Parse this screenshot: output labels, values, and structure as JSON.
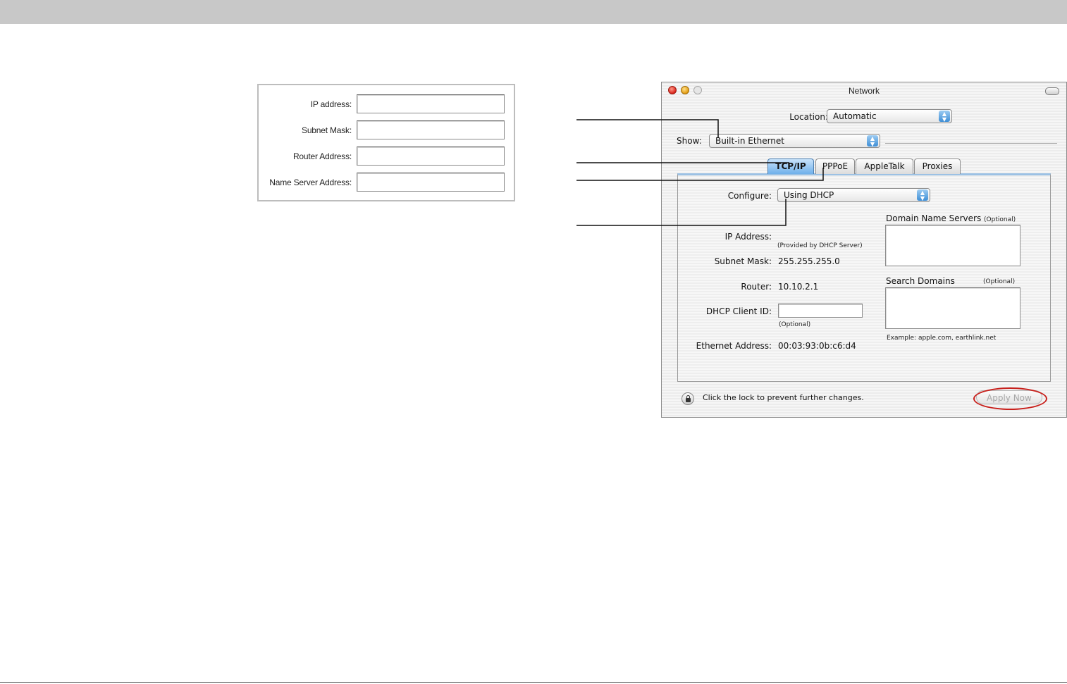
{
  "form": {
    "ip_address_label": "IP address:",
    "subnet_mask_label": "Subnet Mask:",
    "router_address_label": "Router Address:",
    "name_server_label": "Name Server Address:"
  },
  "window": {
    "title": "Network",
    "location_label": "Location:",
    "location_value": "Automatic",
    "show_label": "Show:",
    "show_value": "Built-in Ethernet",
    "tabs": [
      {
        "label": "TCP/IP",
        "active": true
      },
      {
        "label": "PPPoE",
        "active": false
      },
      {
        "label": "AppleTalk",
        "active": false
      },
      {
        "label": "Proxies",
        "active": false
      }
    ],
    "configure_label": "Configure:",
    "configure_value": "Using DHCP",
    "dns_label": "Domain Name Servers",
    "dns_optional": "(Optional)",
    "ip_address_label": "IP Address:",
    "ip_address_note": "(Provided by DHCP Server)",
    "subnet_mask_label": "Subnet Mask:",
    "subnet_mask_value": "255.255.255.0",
    "router_label": "Router:",
    "router_value": "10.10.2.1",
    "search_domains_label": "Search Domains",
    "search_domains_optional": "(Optional)",
    "dhcp_client_id_label": "DHCP Client ID:",
    "dhcp_client_id_optional": "(Optional)",
    "search_example": "Example: apple.com, earthlink.net",
    "ethernet_address_label": "Ethernet Address:",
    "ethernet_address_value": "00:03:93:0b:c6:d4",
    "lock_text": "Click the lock to prevent further changes.",
    "apply_button": "Apply Now"
  },
  "colors": {
    "highlight_ring": "#c8201c",
    "tab_active": "#6fb0ea",
    "top_bar": "#c8c8c8"
  }
}
